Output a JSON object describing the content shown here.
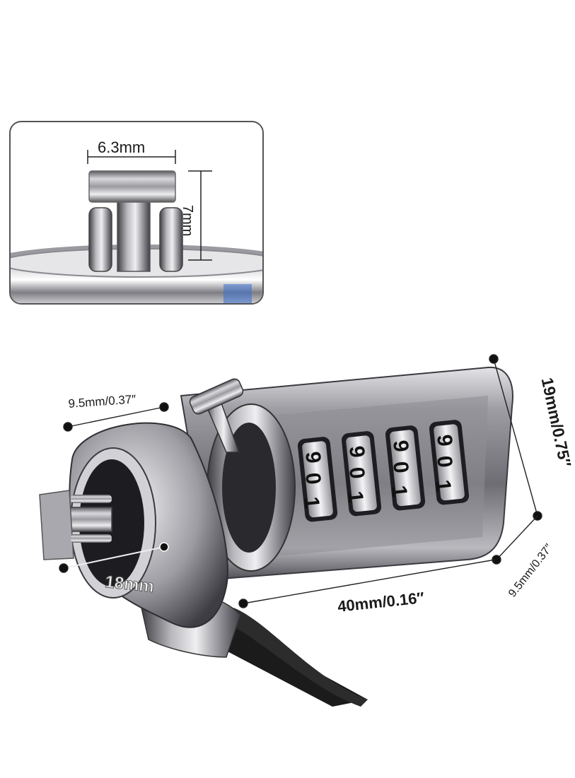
{
  "inset": {
    "width_label": "6.3mm",
    "height_label": "7mm"
  },
  "dimensions": {
    "top_left": "9.5mm/0.37″",
    "right_height": "19mm/0.75″",
    "right_depth": "9.5mm/0.37″",
    "bottom_length": "40mm/0.16″",
    "head_diameter": "18mm"
  },
  "dials": [
    {
      "digits": [
        "9",
        "0",
        "1"
      ]
    },
    {
      "digits": [
        "9",
        "0",
        "1"
      ]
    },
    {
      "digits": [
        "9",
        "0",
        "1"
      ]
    },
    {
      "digits": [
        "9",
        "0",
        "1"
      ]
    }
  ],
  "colors": {
    "chrome_light": "#e9e9ec",
    "chrome_mid": "#a9a9ae",
    "chrome_dark": "#4a4a50",
    "cable": "#1b1b1b",
    "dimension_line": "#222222"
  }
}
